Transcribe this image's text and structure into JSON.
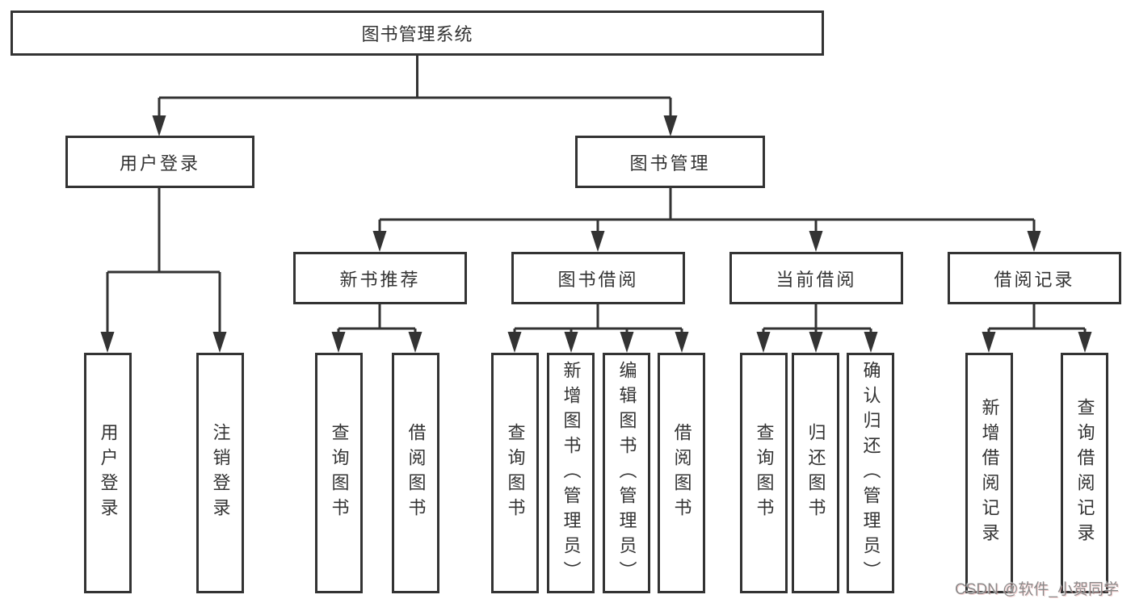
{
  "diagram": {
    "title": "图书管理系统",
    "type": "hierarchy-tree",
    "colors": {
      "line": "#333333",
      "border": "#333333",
      "text": "#333333",
      "background": "#ffffff",
      "watermark": "#8b8b8b"
    },
    "root": {
      "label": "图书管理系统"
    },
    "branches": [
      {
        "label": "用户登录",
        "children": [
          {
            "label": "用户登录"
          },
          {
            "label": "注销登录"
          }
        ]
      },
      {
        "label": "图书管理",
        "children": [
          {
            "label": "新书推荐",
            "children": [
              {
                "label": "查询图书"
              },
              {
                "label": "借阅图书"
              }
            ]
          },
          {
            "label": "图书借阅",
            "children": [
              {
                "label": "查询图书"
              },
              {
                "label": "新增图书（管理员）"
              },
              {
                "label": "编辑图书（管理员）"
              },
              {
                "label": "借阅图书"
              }
            ]
          },
          {
            "label": "当前借阅",
            "children": [
              {
                "label": "查询图书"
              },
              {
                "label": "归还图书"
              },
              {
                "label": "确认归还（管理员）"
              }
            ]
          },
          {
            "label": "借阅记录",
            "children": [
              {
                "label": "新增借阅记录"
              },
              {
                "label": "查询借阅记录"
              }
            ]
          }
        ]
      }
    ],
    "watermark": "CSDN @软件_小贺同学"
  }
}
